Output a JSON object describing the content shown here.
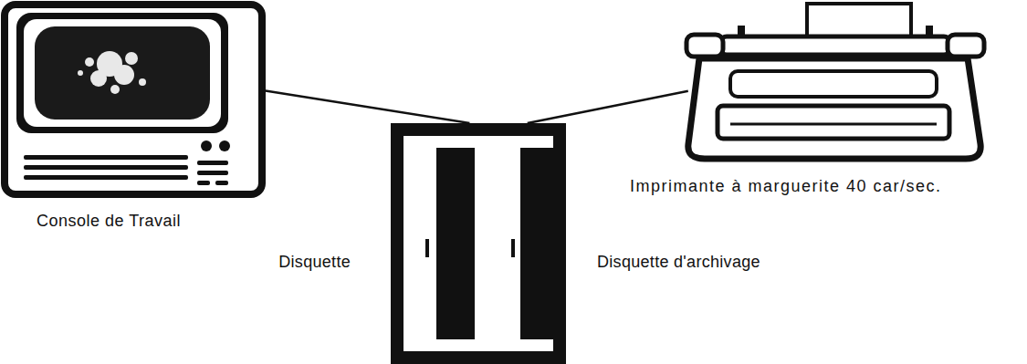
{
  "diagram": {
    "nodes": [
      {
        "text": [
          "Console de Travail"
        ]
      },
      {
        "text": [
          "Imprimante à marguerite 40 car/sec."
        ]
      },
      {
        "text": [
          "Disquette",
          "Disquette d'archivage"
        ]
      }
    ],
    "edges": [
      {
        "from": 0,
        "to": 2,
        "arrow": "none"
      },
      {
        "from": 1,
        "to": 2,
        "arrow": "none"
      }
    ]
  }
}
